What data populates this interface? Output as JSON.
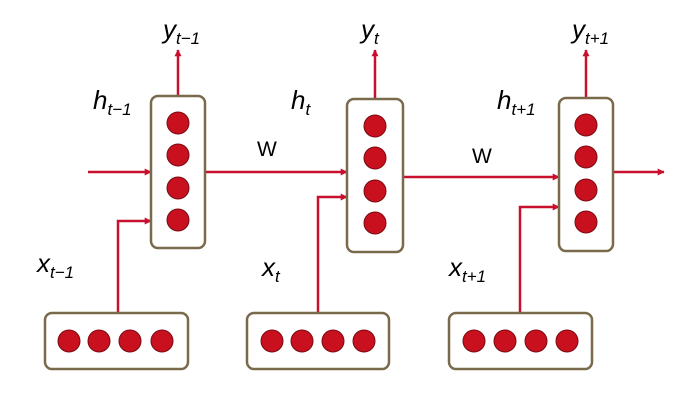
{
  "colors": {
    "arrow": "#c8102e",
    "box_border": "#7a6a4c",
    "box_fill": "#ffffff",
    "neuron": "#c8101e",
    "neuron_edge": "#7a0a12"
  },
  "steps": [
    {
      "hidden_label": "h",
      "hidden_sub": "t−1",
      "input_label": "x",
      "input_sub": "t−1",
      "output_label": "y",
      "output_sub": "t−1"
    },
    {
      "hidden_label": "h",
      "hidden_sub": "t",
      "input_label": "x",
      "input_sub": "t",
      "output_label": "y",
      "output_sub": "t"
    },
    {
      "hidden_label": "h",
      "hidden_sub": "t+1",
      "input_label": "x",
      "input_sub": "t+1",
      "output_label": "y",
      "output_sub": "t+1"
    }
  ],
  "weights": [
    {
      "label": "W"
    },
    {
      "label": "W"
    }
  ],
  "hidden_units": 4,
  "input_units": 4
}
